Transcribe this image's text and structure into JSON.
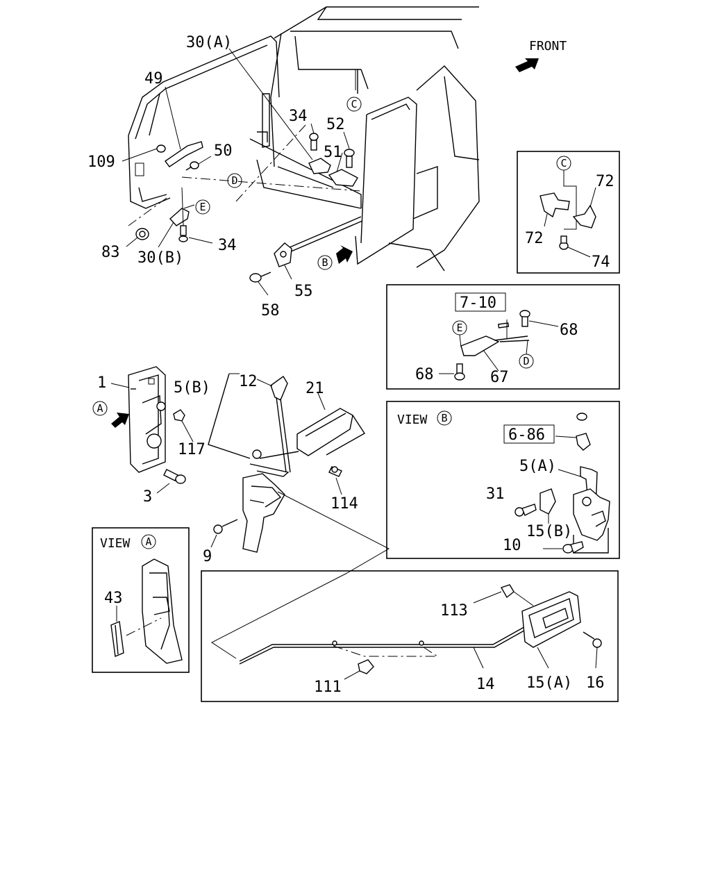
{
  "front_label": "FRONT",
  "callouts": {
    "p30a": "30(A)",
    "p49": "49",
    "p34_top": "34",
    "p52": "52",
    "p51": "51",
    "p50": "50",
    "p109": "109",
    "p83": "83",
    "p30b": "30(B)",
    "p34_bot": "34",
    "p55": "55",
    "p58": "58",
    "p72_a": "72",
    "p72_b": "72",
    "p74": "74",
    "p7_10": "7-10",
    "p68_a": "68",
    "p68_b": "68",
    "p67": "67",
    "p1": "1",
    "p5b": "5(B)",
    "p12": "12",
    "p21": "21",
    "p117": "117",
    "p3": "3",
    "p114": "114",
    "p9": "9",
    "view_b_label": "VIEW",
    "p6_86": "6-86",
    "p5a": "5(A)",
    "p31": "31",
    "p15b": "15(B)",
    "p10": "10",
    "view_a_label": "VIEW",
    "p43": "43",
    "p113": "113",
    "p111": "111",
    "p14": "14",
    "p15a": "15(A)",
    "p16": "16"
  },
  "markers": {
    "A": "A",
    "B": "B",
    "C": "C",
    "D": "D",
    "E": "E"
  }
}
